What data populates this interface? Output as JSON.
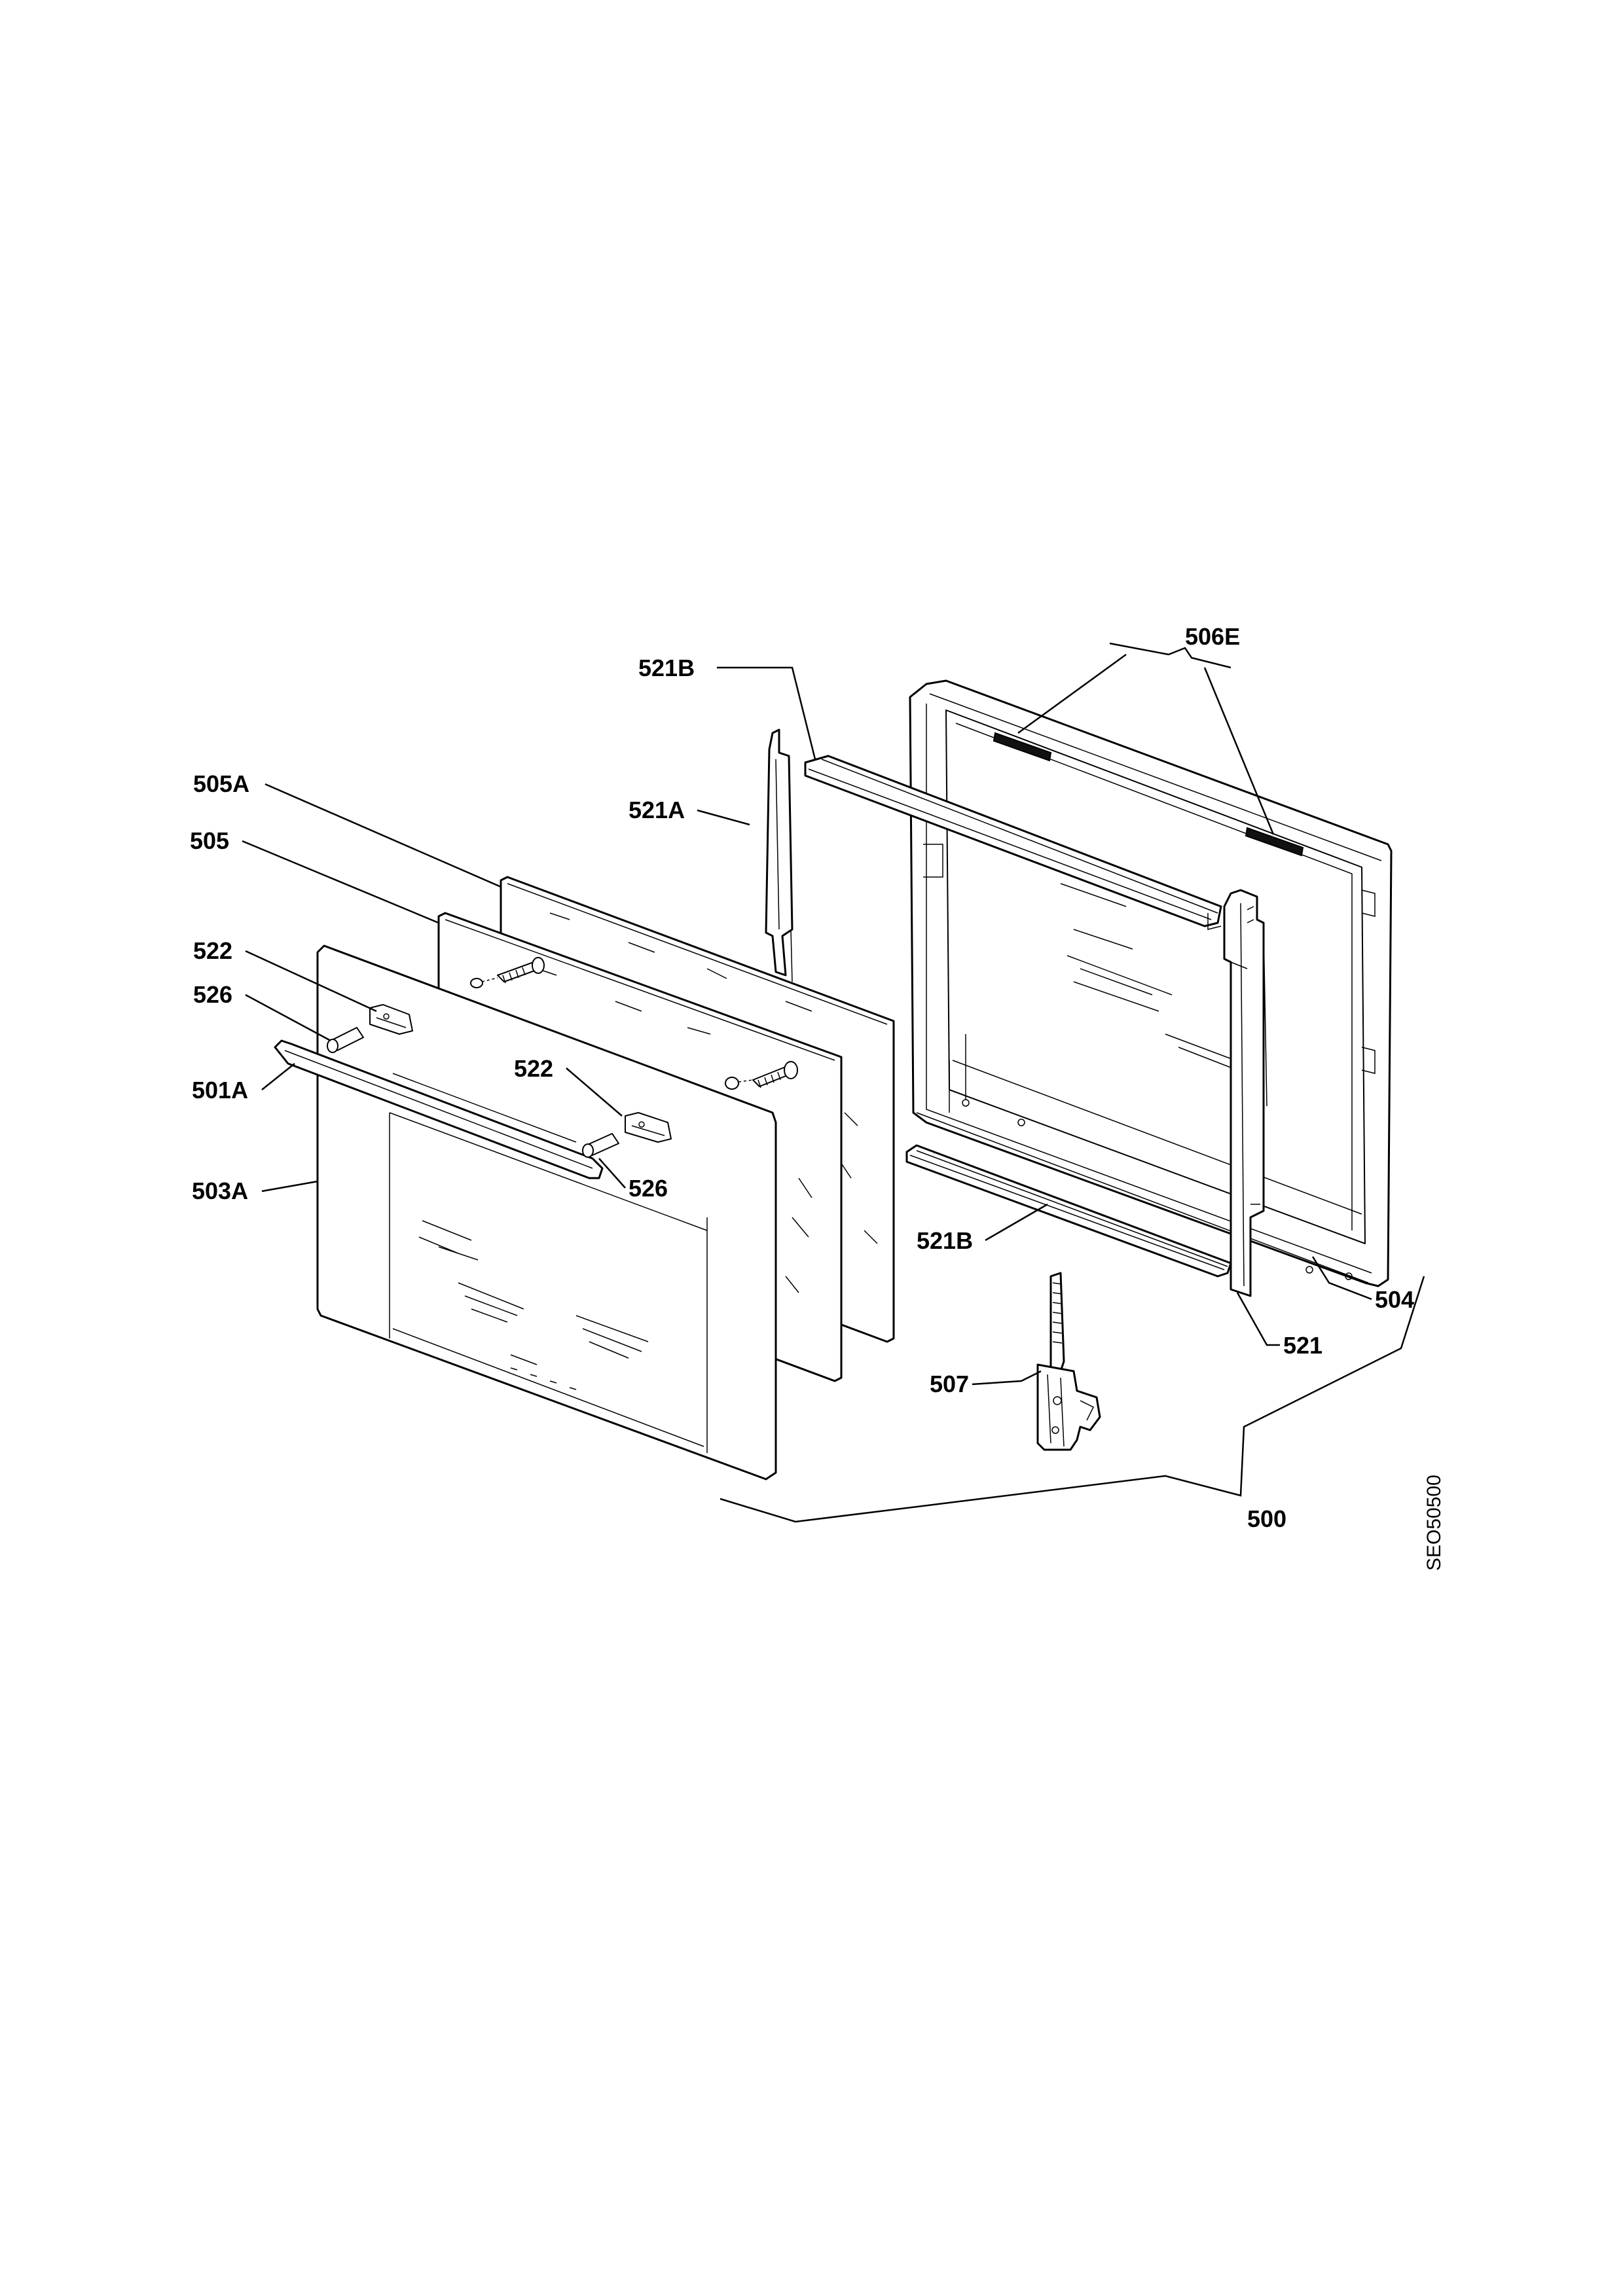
{
  "diagram": {
    "drawing_code": "SEO50500",
    "callouts": [
      {
        "id": "c506E",
        "text": "506E"
      },
      {
        "id": "c521B_top",
        "text": "521B"
      },
      {
        "id": "c505A",
        "text": "505A"
      },
      {
        "id": "c521A",
        "text": "521A"
      },
      {
        "id": "c505",
        "text": "505"
      },
      {
        "id": "c522_left",
        "text": "522"
      },
      {
        "id": "c526_left",
        "text": "526"
      },
      {
        "id": "c522_right",
        "text": "522"
      },
      {
        "id": "c501A",
        "text": "501A"
      },
      {
        "id": "c526_right",
        "text": "526"
      },
      {
        "id": "c503A",
        "text": "503A"
      },
      {
        "id": "c521B_bottom",
        "text": "521B"
      },
      {
        "id": "c504",
        "text": "504"
      },
      {
        "id": "c521",
        "text": "521"
      },
      {
        "id": "c507",
        "text": "507"
      },
      {
        "id": "c500",
        "text": "500"
      }
    ]
  }
}
